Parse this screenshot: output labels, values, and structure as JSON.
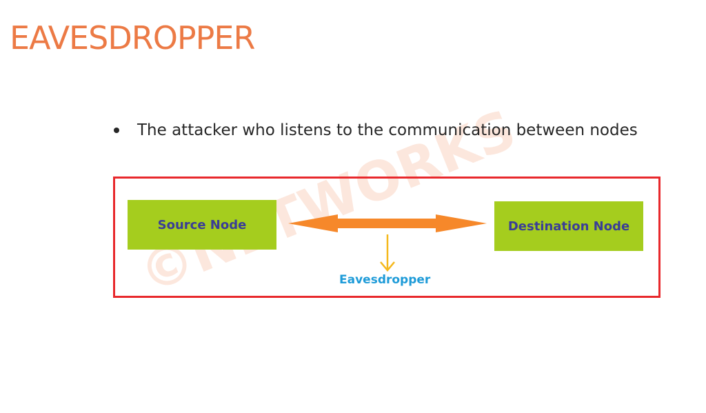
{
  "slide": {
    "title": "EAVESDROPPER",
    "bullet": "The attacker who listens to the communication between nodes"
  },
  "diagram": {
    "source_node": "Source Node",
    "destination_node": "Destination Node",
    "eavesdropper_label": "Eavesdropper"
  },
  "watermark": {
    "text": "©NETWORKS"
  },
  "colors": {
    "title": "#ec7a45",
    "frame": "#e8282c",
    "node_fill": "#a5cd1e",
    "node_text": "#3a3d97",
    "main_arrow": "#f6882a",
    "tap_arrow": "#f5b81c",
    "eavesdropper_text": "#1e9bd8"
  }
}
